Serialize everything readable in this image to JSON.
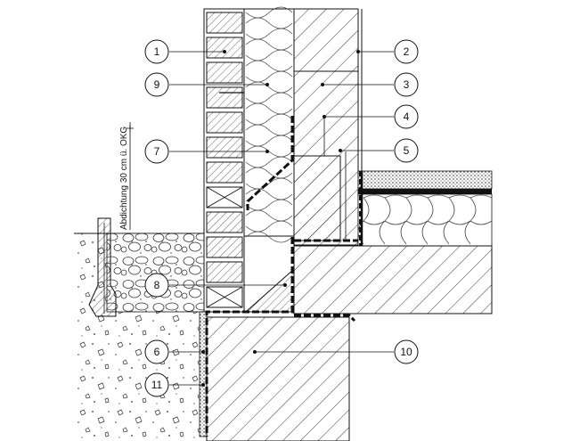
{
  "drawing": {
    "vertical_note": "Abdichtung 30 cm ü. OKG",
    "callouts": [
      "1",
      "2",
      "3",
      "4",
      "5",
      "6",
      "7",
      "8",
      "9",
      "10",
      "11"
    ]
  },
  "colors": {
    "line": "#111111",
    "hatch": "#222222",
    "membrane": "#111111",
    "background": "#ffffff"
  }
}
